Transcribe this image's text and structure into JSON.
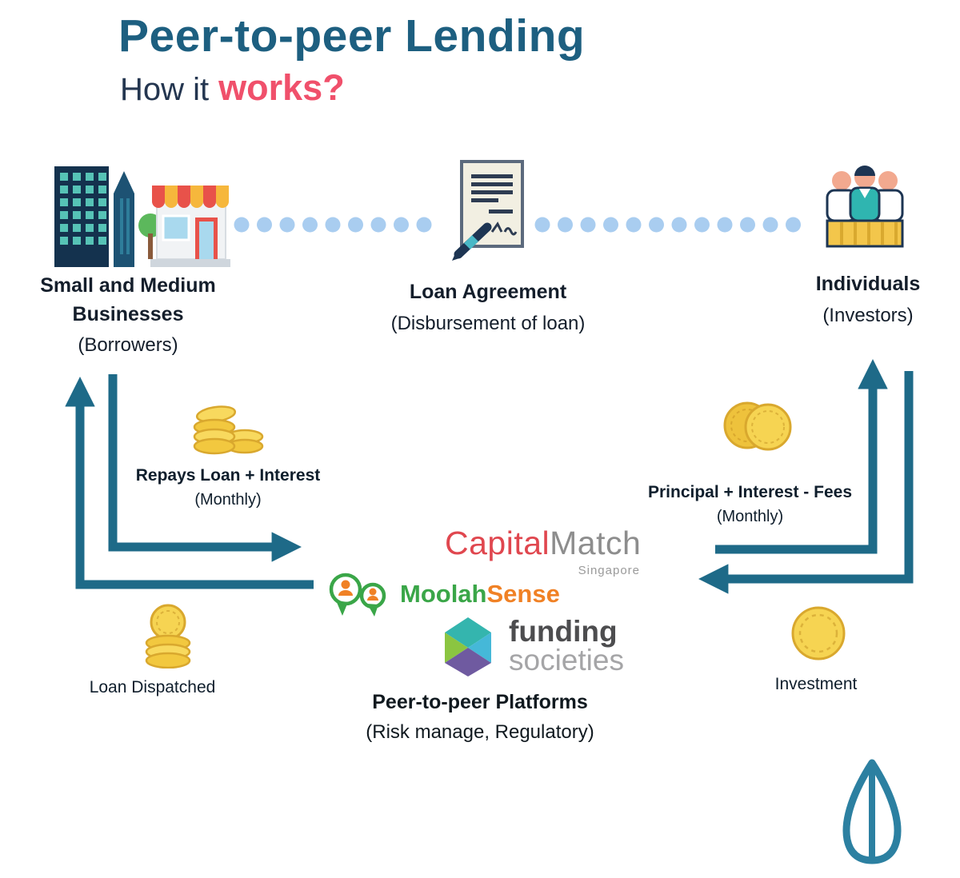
{
  "header": {
    "title": "Peer-to-peer Lending",
    "subtitle_prefix": "How it",
    "subtitle_highlight": "works?"
  },
  "nodes": {
    "smb": {
      "label": "Small and Medium Businesses",
      "sub": "(Borrowers)"
    },
    "agreement": {
      "label": "Loan Agreement",
      "sub": "(Disbursement of loan)"
    },
    "individuals": {
      "label": "Individuals",
      "sub": "(Investors)"
    }
  },
  "flows": {
    "repays": {
      "label": "Repays Loan + Interest",
      "sub": "(Monthly)"
    },
    "loan_dispatched": {
      "label": "Loan Dispatched"
    },
    "principal": {
      "label": "Principal + Interest - Fees",
      "sub": "(Monthly)"
    },
    "investment": {
      "label": "Investment"
    }
  },
  "platforms": {
    "label": "Peer-to-peer Platforms",
    "sub": "(Risk manage, Regulatory)",
    "capital_match": {
      "part1": "Capital",
      "part2": "Match",
      "region": "Singapore"
    },
    "moolah_sense": {
      "part1": "Moolah",
      "part2": "Sense"
    },
    "funding_societies": {
      "line1": "funding",
      "line2": "societies"
    }
  },
  "icons": {
    "borrowers": "city-storefront-icon",
    "agreement": "signed-document-icon",
    "investors": "people-group-icon",
    "money": "gold-coins-icon",
    "brand_mark": "seedly-leaf-icon"
  },
  "colors": {
    "title": "#1d5f80",
    "accent_pink": "#f0506b",
    "arrow": "#1e6a88",
    "dotted_connector": "#a9cdf0",
    "coin_gold": "#f6d452",
    "capital_red": "#e0474f",
    "moolah_green": "#3aa648",
    "moolah_orange": "#f08125",
    "funding_teal": "#34b5ae",
    "funding_purple": "#6f5aa0"
  }
}
